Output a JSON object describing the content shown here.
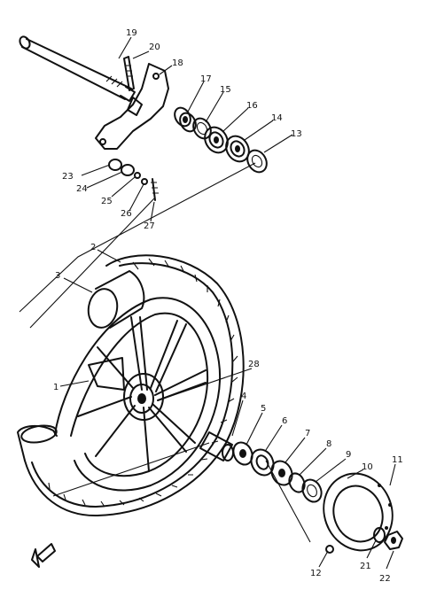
{
  "callouts": [
    {
      "id": "c1",
      "label": "1"
    },
    {
      "id": "c2",
      "label": "2"
    },
    {
      "id": "c3",
      "label": "3"
    },
    {
      "id": "c4",
      "label": "4"
    },
    {
      "id": "c5",
      "label": "5"
    },
    {
      "id": "c6",
      "label": "6"
    },
    {
      "id": "c7",
      "label": "7"
    },
    {
      "id": "c8",
      "label": "8"
    },
    {
      "id": "c9",
      "label": "9"
    },
    {
      "id": "c10",
      "label": "10"
    },
    {
      "id": "c11",
      "label": "11"
    },
    {
      "id": "c12",
      "label": "12"
    },
    {
      "id": "c13",
      "label": "13"
    },
    {
      "id": "c14",
      "label": "14"
    },
    {
      "id": "c15",
      "label": "15"
    },
    {
      "id": "c16",
      "label": "16"
    },
    {
      "id": "c17",
      "label": "17"
    },
    {
      "id": "c18",
      "label": "18"
    },
    {
      "id": "c19",
      "label": "19"
    },
    {
      "id": "c20",
      "label": "20"
    },
    {
      "id": "c21",
      "label": "21"
    },
    {
      "id": "c22",
      "label": "22"
    },
    {
      "id": "c23",
      "label": "23"
    },
    {
      "id": "c24",
      "label": "24"
    },
    {
      "id": "c25",
      "label": "25"
    },
    {
      "id": "c26",
      "label": "26"
    },
    {
      "id": "c27",
      "label": "27"
    },
    {
      "id": "c28",
      "label": "28"
    }
  ],
  "colors": {
    "ink": "#111111",
    "paper": "#ffffff"
  }
}
